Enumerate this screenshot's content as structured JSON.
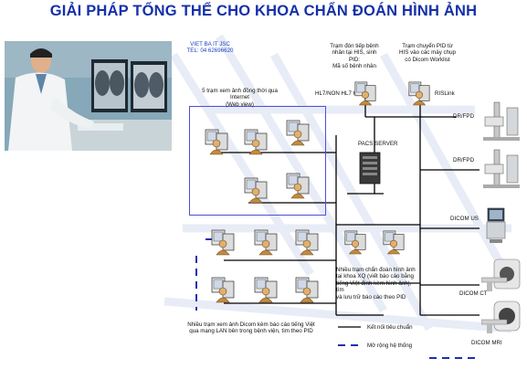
{
  "title": "GIẢI PHÁP TỔNG THỂ CHO KHOA CHẨN ĐOÁN HÌNH ẢNH",
  "company": {
    "name": "VIET BA IT JSC",
    "tel": "TEL: 04 62696620"
  },
  "labels": {
    "web_view": [
      "5 trạm xem ảnh đồng thời qua Internet",
      "(Web view)"
    ],
    "reception": [
      "Trạm đón tiếp bệnh",
      "nhân tại HIS, sinh PID:",
      "Mã số bệnh nhân"
    ],
    "pid_transfer": [
      "Trạm chuyển PID từ",
      "HIS vào các máy chụp",
      "có Dicom Worklist"
    ],
    "hl7": "HL7/NON HL7 HIS",
    "rislink": "RISLink",
    "pacs": "PACS SERVER",
    "diagnosis": [
      "Nhiều trạm chẩn đoán hình ảnh",
      "tại khoa XQ (viết báo cáo bằng",
      "tiếng Việt đính kèm hình ảnh), tìm",
      "và lưu trữ báo cáo theo PID"
    ],
    "lan_view": [
      "Nhiều trạm xem ảnh Dicom kèm báo cáo tiếng Việt",
      "qua mạng LAN bên trong bệnh viện, tìm theo PID"
    ],
    "devices": [
      "DR/FPD",
      "DR/FPD",
      "DICOM US",
      "DICOM CT",
      "DICOM MRI"
    ]
  },
  "legend": {
    "standard": "Kết nối tiêu chuẩn",
    "extended": "Mở rộng hệ thống"
  }
}
